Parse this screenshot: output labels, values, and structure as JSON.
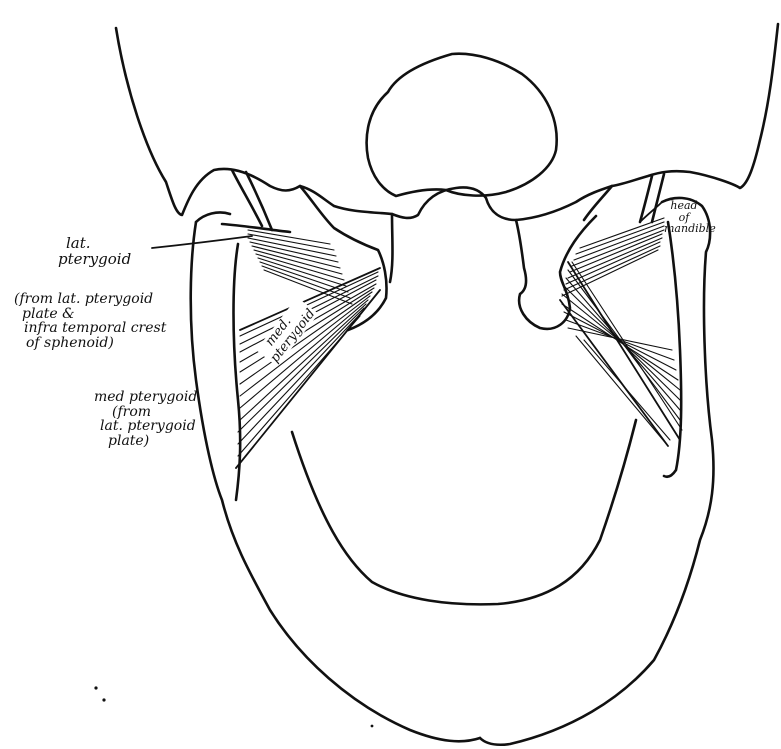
{
  "labels": {
    "lat_pterygoid": [
      "lat.",
      "pterygoid"
    ],
    "lat_origin": [
      "(from lat. pterygoid",
      "plate &",
      "infra temporal crest",
      "of sphenoid)"
    ],
    "med_pterygoid_side": [
      "med pterygoid",
      "(from",
      "lat. pterygoid",
      "plate)"
    ],
    "med_pterygoid_on_muscle": [
      "med.",
      "pterygoid"
    ],
    "head_of_mandible": [
      "head",
      "of",
      "mandible"
    ]
  },
  "colors": {
    "ink": "#111111",
    "paper": "#ffffff"
  }
}
